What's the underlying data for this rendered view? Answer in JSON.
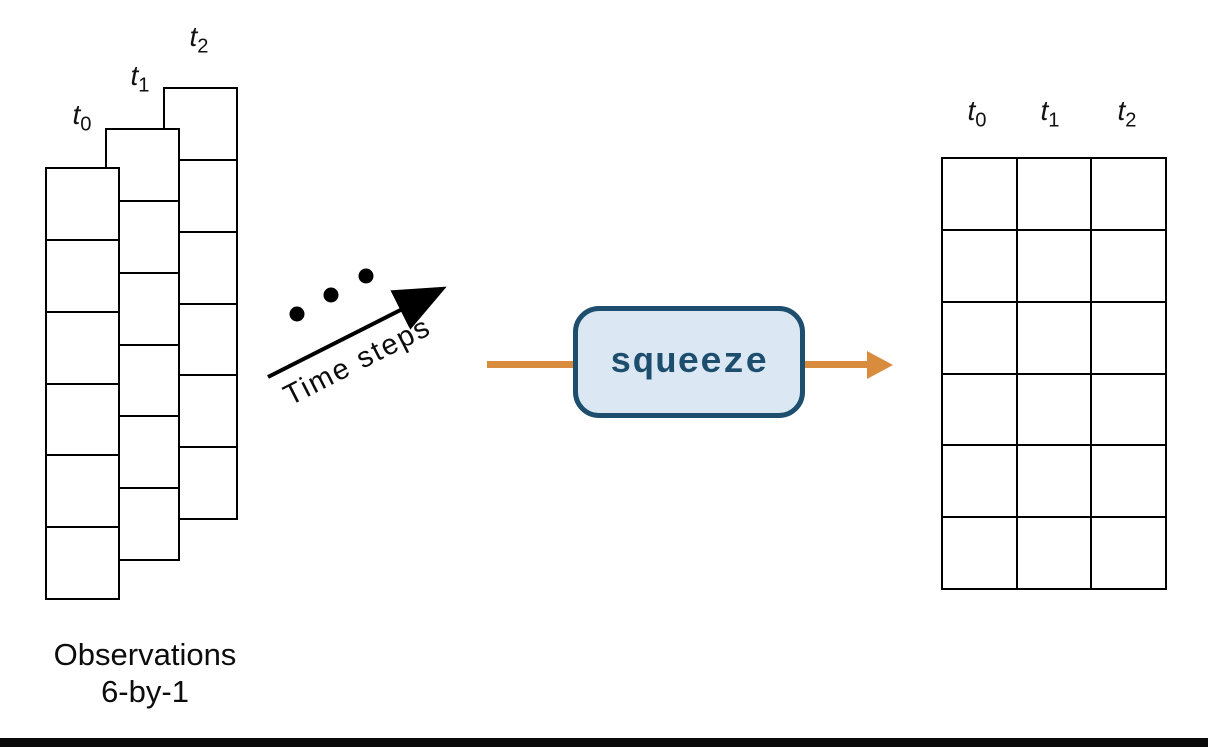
{
  "left_stack": {
    "columns": [
      {
        "label_base": "t",
        "label_sub": "0"
      },
      {
        "label_base": "t",
        "label_sub": "1"
      },
      {
        "label_base": "t",
        "label_sub": "2"
      }
    ],
    "grid": {
      "rows": 6,
      "cols": 1
    },
    "caption_line1": "Observations",
    "caption_line2": "6-by-1"
  },
  "time_axis": {
    "label": "Time steps",
    "dot_count": 3
  },
  "operation": {
    "label": "squeeze"
  },
  "right_grid": {
    "labels": [
      {
        "base": "t",
        "sub": "0"
      },
      {
        "base": "t",
        "sub": "1"
      },
      {
        "base": "t",
        "sub": "2"
      }
    ],
    "grid": {
      "rows": 6,
      "cols": 3
    }
  },
  "colors": {
    "line_black": "#000000",
    "arrow_orange": "#d98c3e",
    "box_border_blue": "#1d4e6d",
    "box_fill_blue": "#dbe8f4",
    "footer_bar": "#0a0a0a"
  }
}
